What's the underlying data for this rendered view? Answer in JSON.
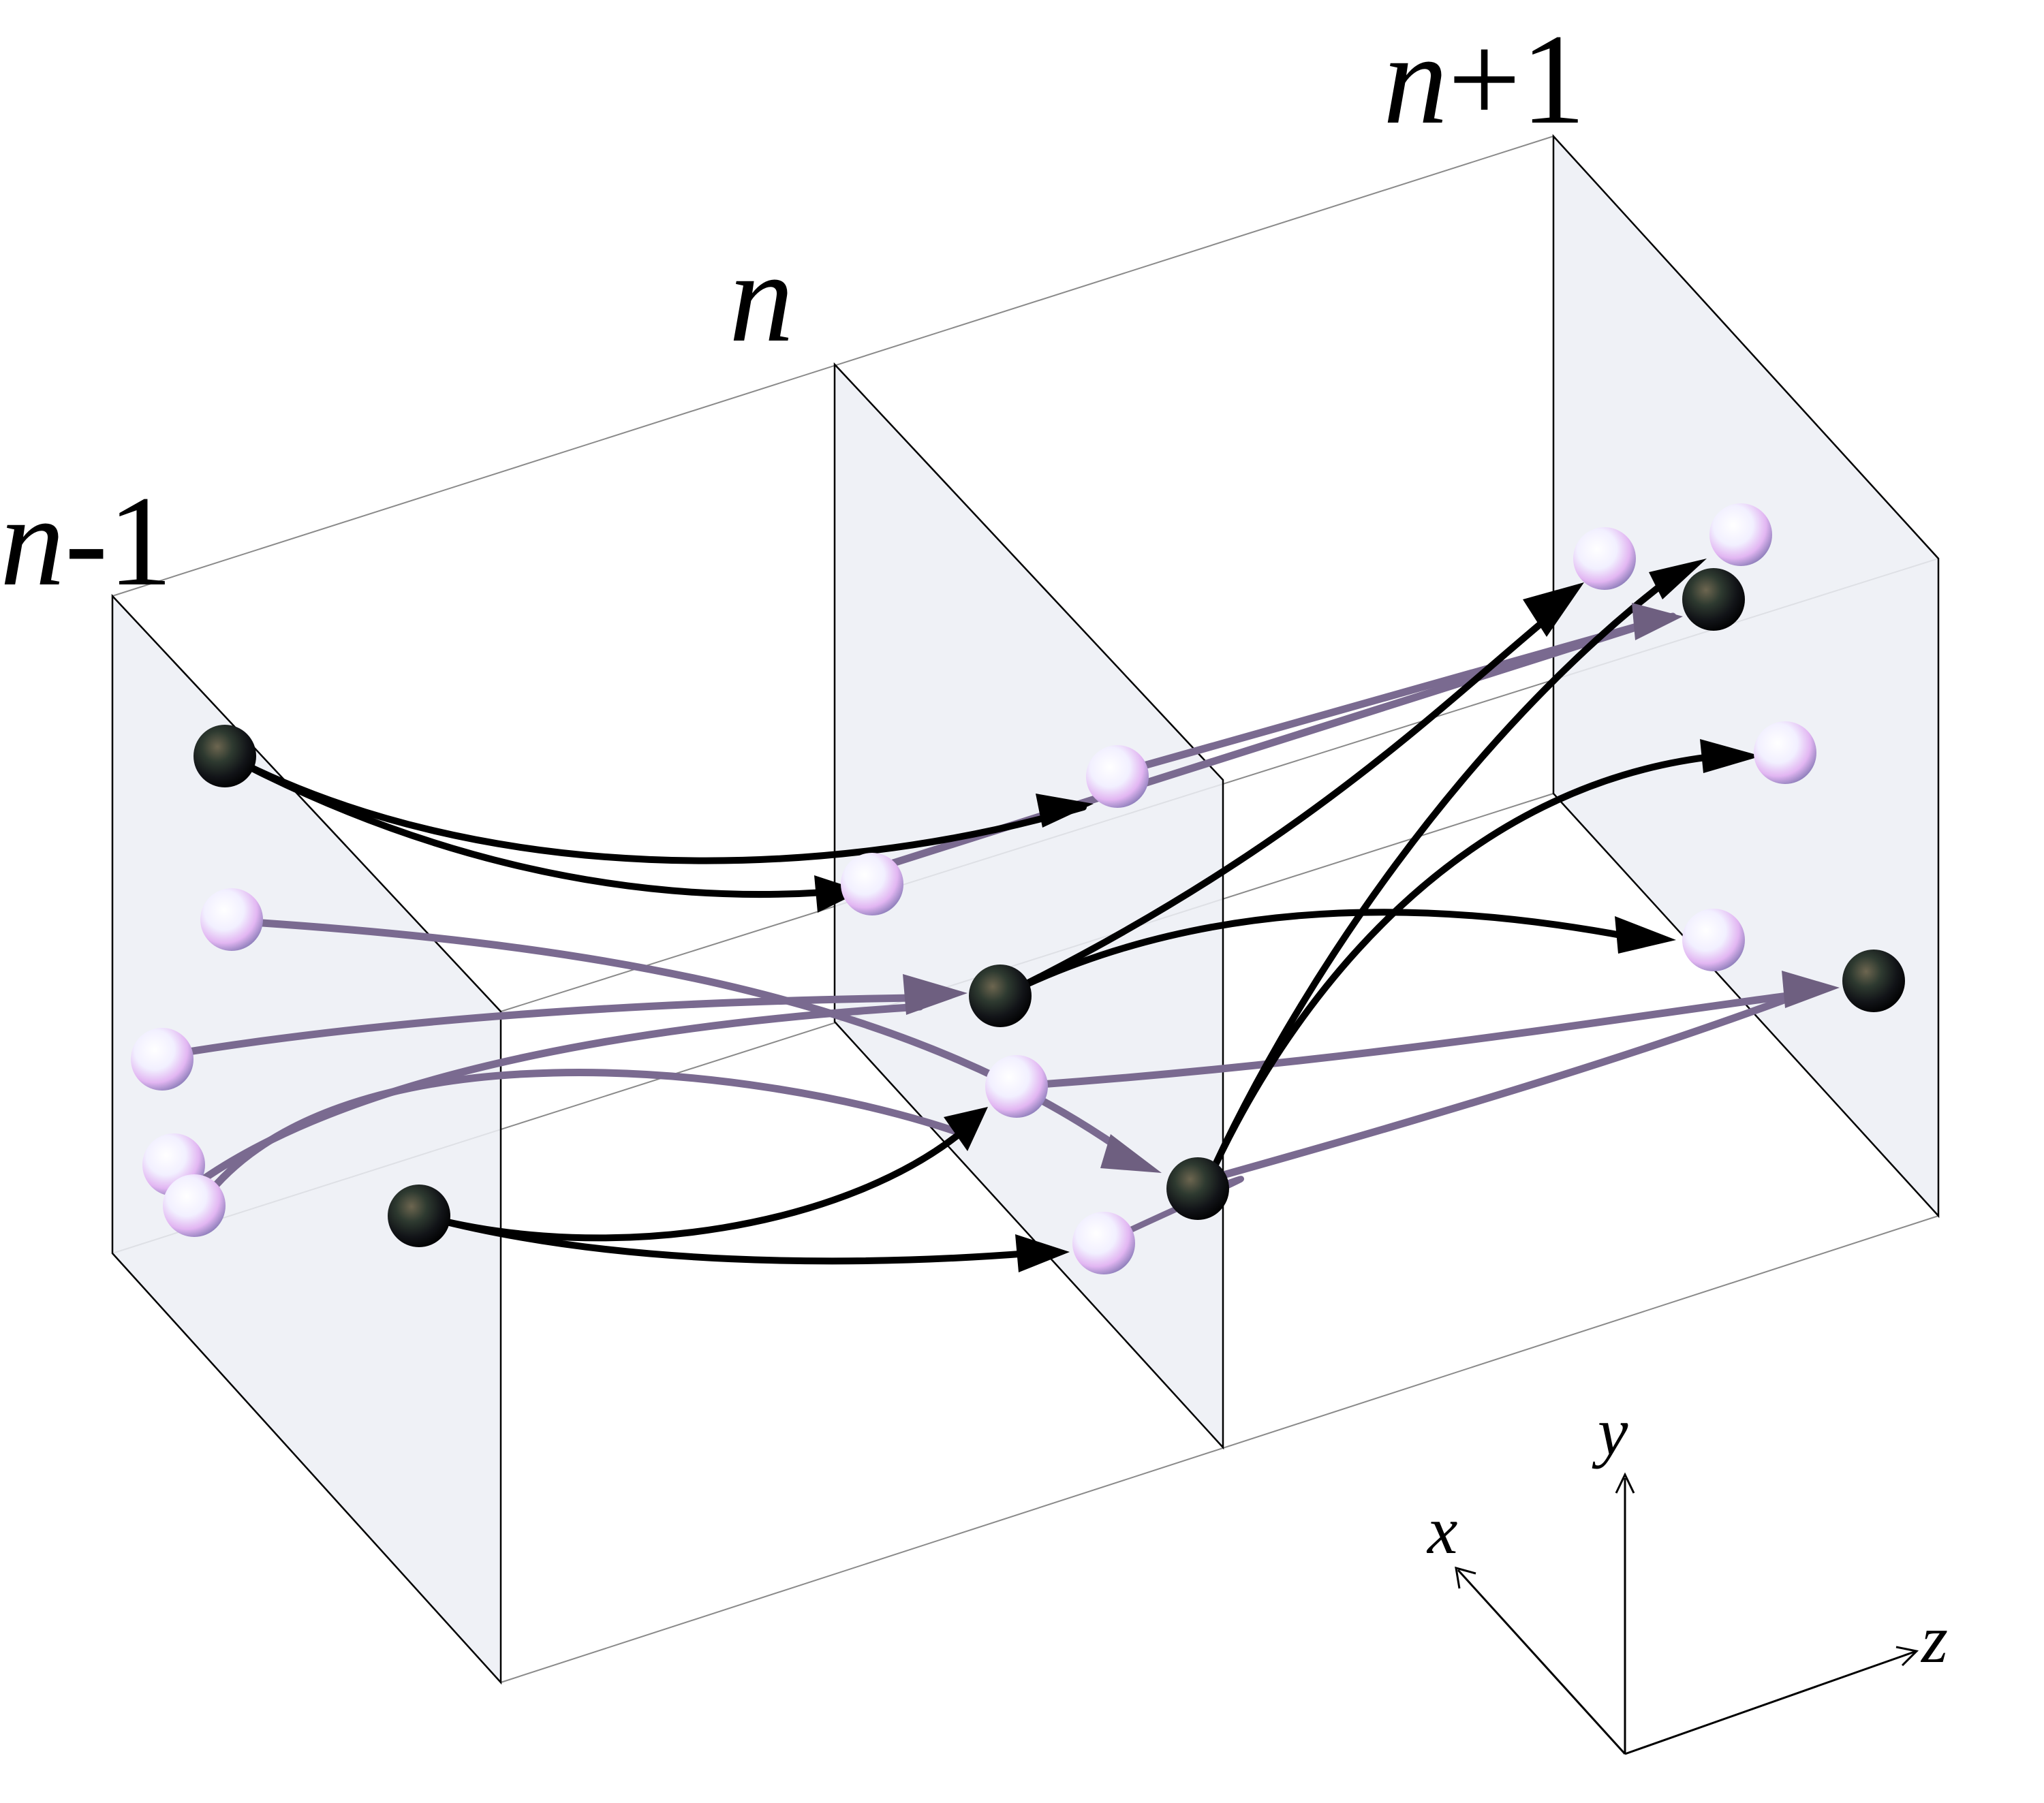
{
  "planes": [
    {
      "id": "prev",
      "label_var": "n",
      "label_suffix": "-1"
    },
    {
      "id": "curr",
      "label_var": "n",
      "label_suffix": ""
    },
    {
      "id": "next",
      "label_var": "n",
      "label_suffix": "+1"
    }
  ],
  "axes": {
    "x": "x",
    "y": "y",
    "z": "z"
  },
  "colors": {
    "plane_fill": "#ecedf4",
    "edge": "#000000",
    "frame": "#888888",
    "black_arrow": "#000000",
    "purple_arrow": "#7a6a90"
  },
  "particles": {
    "black": "black-sphere",
    "white": "white-sphere"
  }
}
